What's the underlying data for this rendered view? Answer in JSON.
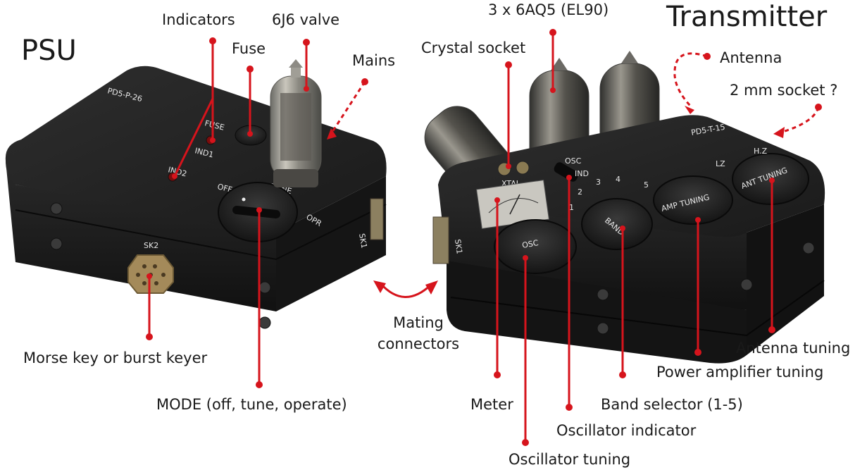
{
  "psu": {
    "title": "PSU",
    "panel_marking": "PD5-P-26",
    "silkscreen": {
      "fuse": "FUSE",
      "ind1": "IND1",
      "ind2": "IND2",
      "off": "OFF",
      "tune": "TUNE",
      "opr": "OPR",
      "sk2": "SK2",
      "sk1": "SK1"
    },
    "labels": {
      "indicators": "Indicators",
      "valve": "6J6 valve",
      "fuse": "Fuse",
      "mains": "Mains",
      "morse": "Morse key or burst keyer",
      "mode": "MODE (off, tune, operate)"
    }
  },
  "transmitter": {
    "title": "Transmitter",
    "panel_marking": "PD5-T-15",
    "silkscreen": {
      "xtal": "XTAL",
      "osc_ind_1": "OSC",
      "osc_ind_2": "IND",
      "osc": "OSC",
      "band": "BAND",
      "amp": "AMP TUNING",
      "ant": "ANT TUNING",
      "lz": "LZ",
      "hz": "H.Z",
      "sk1": "SK1",
      "band_numbers": [
        "1",
        "2",
        "3",
        "4",
        "5"
      ]
    },
    "labels": {
      "valves": "3 x 6AQ5 (EL90)",
      "crystal": "Crystal socket",
      "antenna": "Antenna",
      "socket": "2 mm socket ?",
      "antenna_tuning": "Antenna tuning",
      "pa_tuning": "Power amplifier tuning",
      "band": "Band selector (1-5)",
      "osc_ind": "Oscillator indicator",
      "osc_tuning": "Oscillator tuning",
      "meter": "Meter"
    }
  },
  "shared": {
    "mating_1": "Mating",
    "mating_2": "connectors"
  },
  "colors": {
    "callout": "#d6141c",
    "case": "#1c1c1c",
    "case_top": "#262626",
    "text": "#1a1a1a"
  }
}
